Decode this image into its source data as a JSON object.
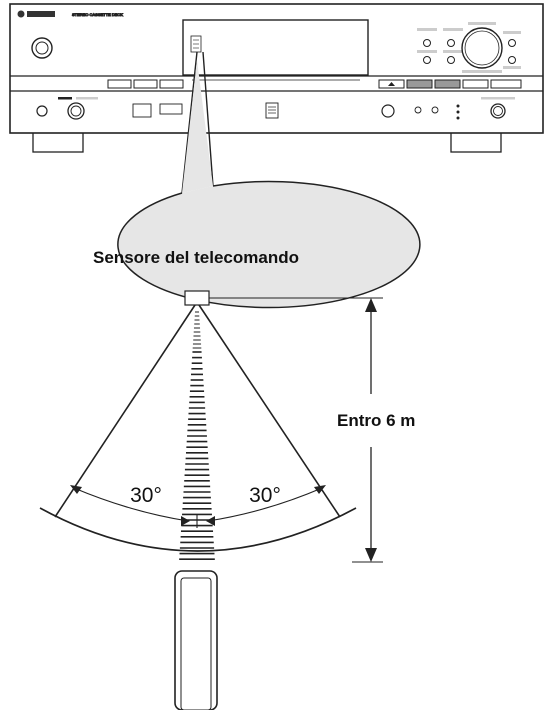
{
  "sensor_label": "Sensore del telecomando",
  "distance_label": "Entro 6 m",
  "angle_left": "30°",
  "angle_right": "30°",
  "device_brand": "YAMAHA"
}
